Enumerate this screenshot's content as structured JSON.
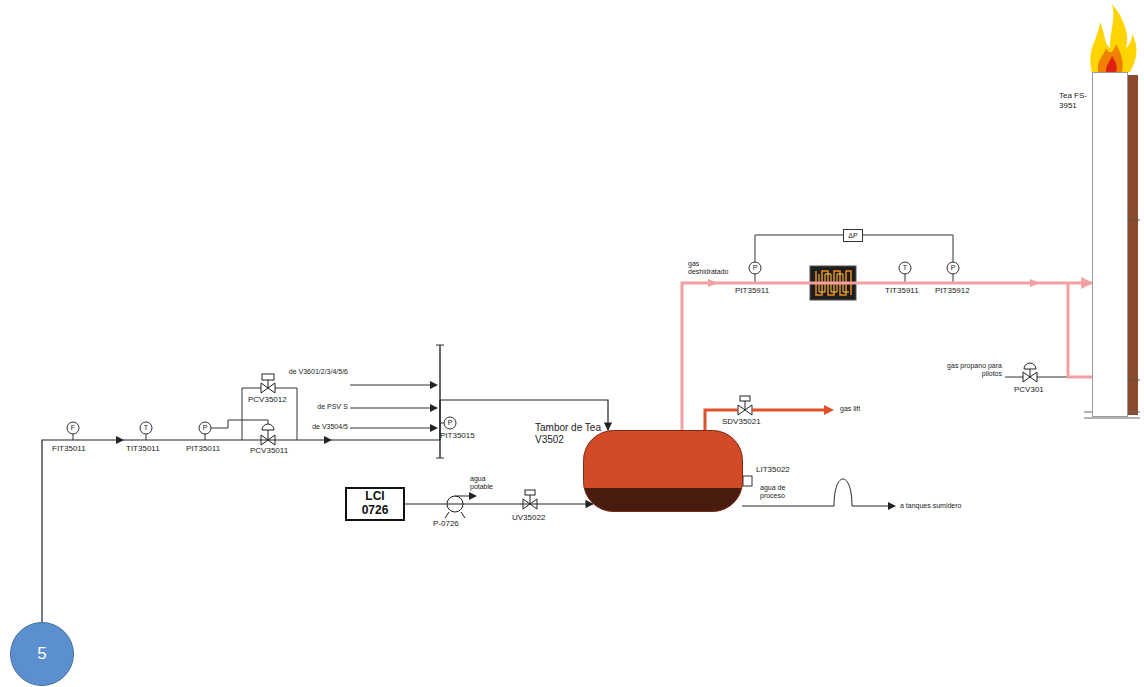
{
  "diagram": {
    "nodes": [
      {
        "text": [
          "5"
        ]
      },
      {
        "text": [
          "LCI 0726"
        ]
      },
      {
        "text": [
          "Tambor de Tea V3502"
        ]
      },
      {
        "text": [
          "Tea FS-3951"
        ]
      },
      {
        "text": [
          "ΔP"
        ]
      }
    ],
    "edges": [
      {
        "from": 0,
        "to": 2,
        "arrow": "to"
      },
      {
        "from": 1,
        "to": 2,
        "arrow": "to"
      },
      {
        "from": 2,
        "to": 3,
        "arrow": "to"
      }
    ],
    "labels": [
      "F",
      "FIT35011",
      "T",
      "TIT35011",
      "P",
      "PIT35011",
      "PCV35012",
      "PCV35011",
      "de V3601/2/3/4/5/6",
      "de PSV´S",
      "de V3504/5",
      "P",
      "PIT35015",
      "agua potable",
      "P-0726",
      "UV35022",
      "SDV35021",
      "gas lift",
      "LIT35022",
      "agua de proceso",
      "a tanques sumidero",
      "gas deshidratado",
      "P",
      "PIT35911",
      "T",
      "TIT35911",
      "P",
      "PIT35912",
      "gas propano para pilotos",
      "PCV301"
    ]
  }
}
